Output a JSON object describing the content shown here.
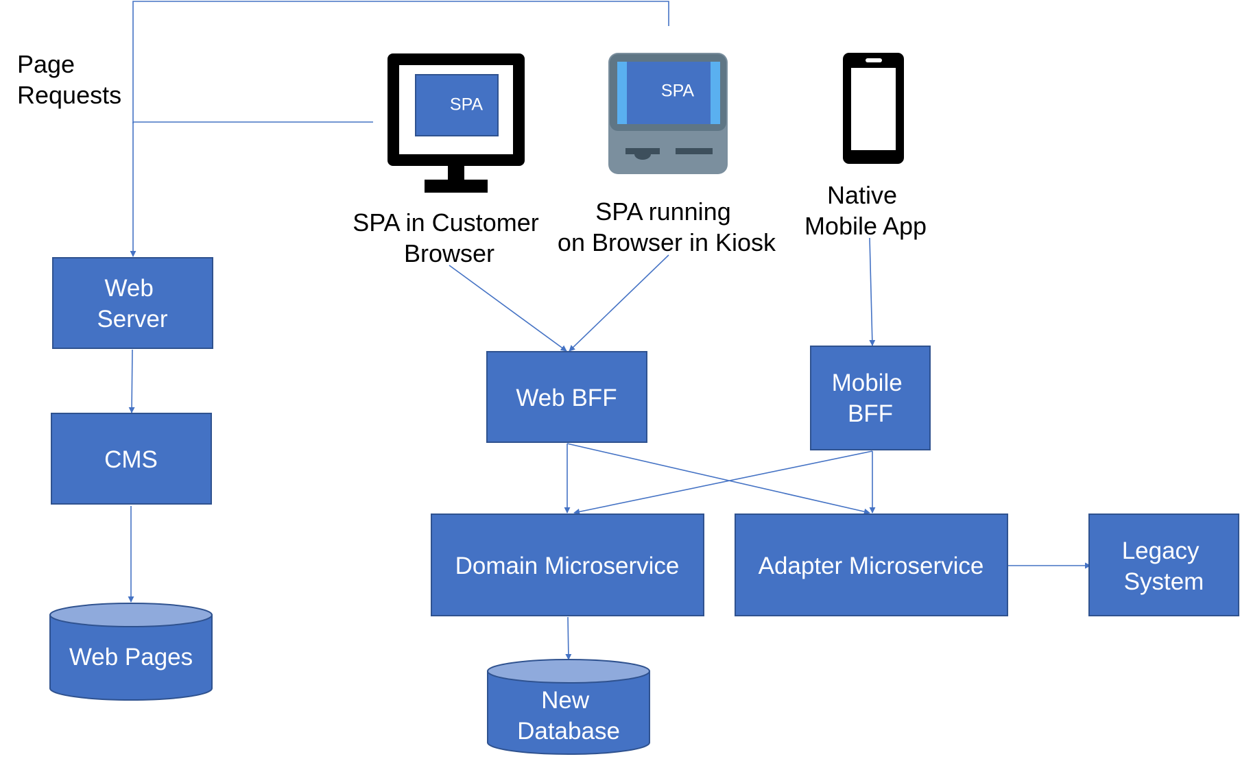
{
  "colors": {
    "node_fill": "#4472c4",
    "node_border": "#2f528f",
    "db_top": "#8faadc",
    "edge": "#4472c4",
    "kiosk_body": "#7b8f9e",
    "kiosk_frame": "#5f7685",
    "kiosk_side": "#5ab0f0",
    "kiosk_slot": "#3d4f5c"
  },
  "labels": {
    "page_requests": [
      "Page",
      "Requests"
    ],
    "spa_customer": [
      "SPA in Customer",
      "Browser"
    ],
    "spa_kiosk": [
      "SPA running",
      "on Browser in Kiosk"
    ],
    "native_mobile": [
      "Native",
      "Mobile App"
    ]
  },
  "icons": {
    "monitor": {
      "name": "monitor-icon",
      "screen_label": "SPA"
    },
    "kiosk": {
      "name": "kiosk-icon",
      "screen_label": "SPA"
    },
    "phone": {
      "name": "smartphone-icon"
    }
  },
  "nodes": {
    "web_server": [
      "Web",
      "Server"
    ],
    "cms": [
      "CMS"
    ],
    "web_pages": [
      "Web Pages"
    ],
    "web_bff": [
      "Web BFF"
    ],
    "mobile_bff": [
      "Mobile",
      "BFF"
    ],
    "domain_microservice": [
      "Domain Microservice"
    ],
    "adapter_microservice": [
      "Adapter Microservice"
    ],
    "legacy_system": [
      "Legacy",
      "System"
    ],
    "new_database": [
      "New",
      "Database"
    ]
  }
}
